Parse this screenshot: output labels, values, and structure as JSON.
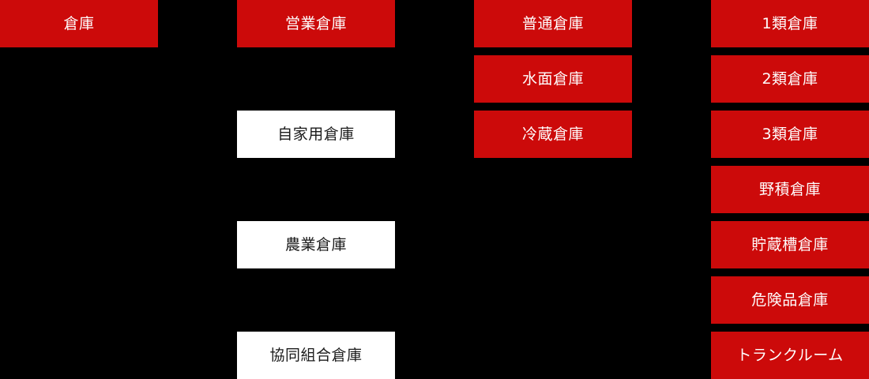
{
  "diagram": {
    "type": "hierarchy-tree",
    "background_color": "#000000",
    "accent_color": "#CC0A0A",
    "plain_color": "#FFFFFF",
    "columns": [
      {
        "name": "level-1",
        "nodes": [
          {
            "label": "倉庫",
            "style": "filled",
            "row": 0
          }
        ]
      },
      {
        "name": "level-2",
        "nodes": [
          {
            "label": "営業倉庫",
            "style": "filled",
            "row": 0
          },
          {
            "label": "自家用倉庫",
            "style": "plain",
            "row": 2
          },
          {
            "label": "農業倉庫",
            "style": "plain",
            "row": 4
          },
          {
            "label": "協同組合倉庫",
            "style": "plain",
            "row": 6
          }
        ]
      },
      {
        "name": "level-3",
        "nodes": [
          {
            "label": "普通倉庫",
            "style": "filled",
            "row": 0
          },
          {
            "label": "水面倉庫",
            "style": "filled",
            "row": 1
          },
          {
            "label": "冷蔵倉庫",
            "style": "filled",
            "row": 2
          }
        ]
      },
      {
        "name": "level-4",
        "nodes": [
          {
            "label": "1類倉庫",
            "style": "filled",
            "row": 0
          },
          {
            "label": "2類倉庫",
            "style": "filled",
            "row": 1
          },
          {
            "label": "3類倉庫",
            "style": "filled",
            "row": 2
          },
          {
            "label": "野積倉庫",
            "style": "filled",
            "row": 3
          },
          {
            "label": "貯蔵槽倉庫",
            "style": "filled",
            "row": 4
          },
          {
            "label": "危険品倉庫",
            "style": "filled",
            "row": 5
          },
          {
            "label": "トランクルーム",
            "style": "filled",
            "row": 6
          }
        ]
      }
    ]
  }
}
